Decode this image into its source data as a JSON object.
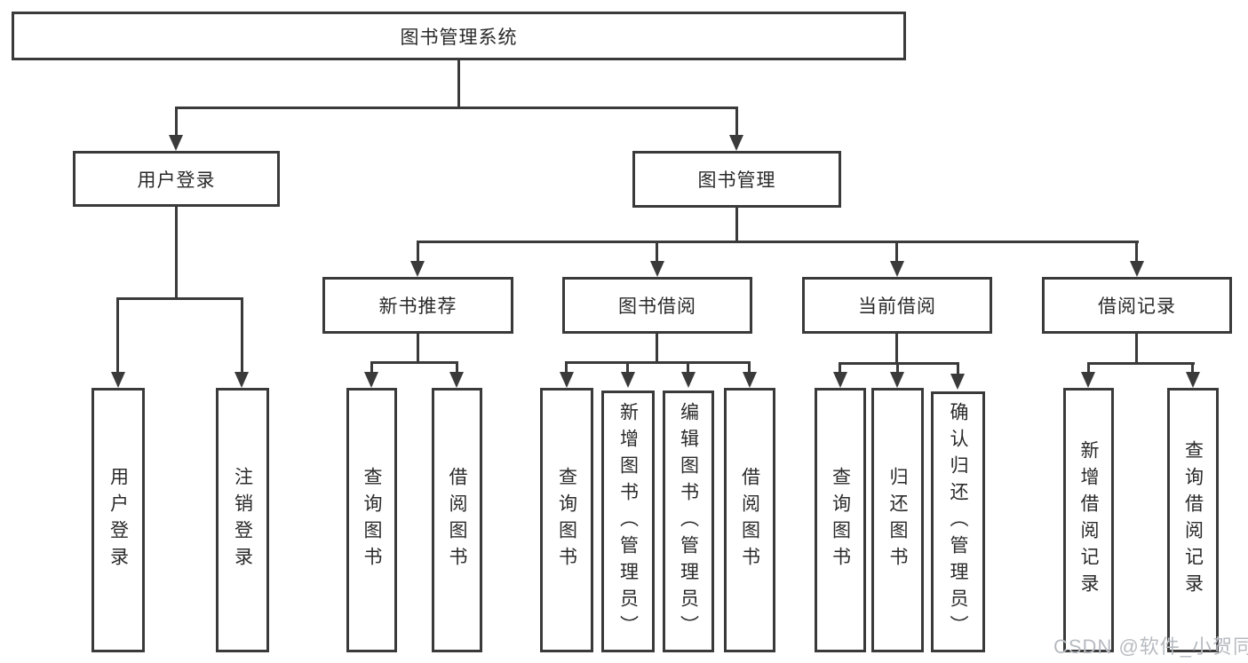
{
  "diagram_title": "图书管理系统",
  "watermark": "CSDN @软件_小贺同学",
  "colors": {
    "line": "#3a3a3a",
    "box_background": "#ffffff",
    "text": "#2a2a2a",
    "watermark": "#b7bbc1"
  },
  "nodes": {
    "root": "图书管理系统",
    "level2": {
      "user_login": "用户登录",
      "book_management": "图书管理"
    },
    "level3": {
      "new_book_recommend": "新书推荐",
      "book_borrowing": "图书借阅",
      "current_borrowing": "当前借阅",
      "borrowing_records": "借阅记录"
    },
    "leaves": {
      "user_login": [
        "用户登录",
        "注销登录"
      ],
      "new_book_recommend": [
        "查询图书",
        "借阅图书"
      ],
      "book_borrowing": [
        "查询图书",
        "新增图书（管理员）",
        "编辑图书（管理员）",
        "借阅图书"
      ],
      "current_borrowing": [
        "查询图书",
        "归还图书",
        "确认归还（管理员）"
      ],
      "borrowing_records": [
        "新增借阅记录",
        "查询借阅记录"
      ]
    }
  }
}
